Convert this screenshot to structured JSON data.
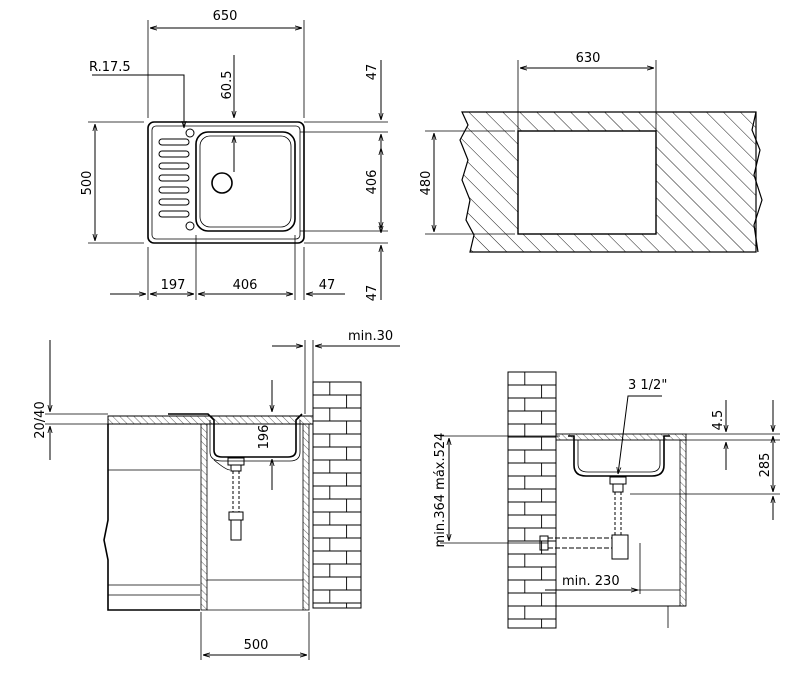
{
  "top_view": {
    "overall_width": "650",
    "corner_radius": "R.17.5",
    "drain_offset": "60.5",
    "overall_depth": "500",
    "top_margin": "47",
    "bowl_depth": "406",
    "bottom_margin": "47",
    "drainer_width": "197",
    "bowl_width": "406",
    "right_margin": "47"
  },
  "cutout": {
    "width": "630",
    "depth": "480"
  },
  "side_left": {
    "wall_clearance": "min.30",
    "worktop_thickness": "20/40",
    "bowl_depth": "196",
    "cabinet_width": "500"
  },
  "side_right": {
    "waste_size": "3 1/2\"",
    "rim_height": "4.5",
    "bowl_depth": "285",
    "trap_height": "min.364 máx.524",
    "min_clearance": "min. 230"
  },
  "colors": {
    "line": "#000000",
    "background": "#ffffff"
  }
}
